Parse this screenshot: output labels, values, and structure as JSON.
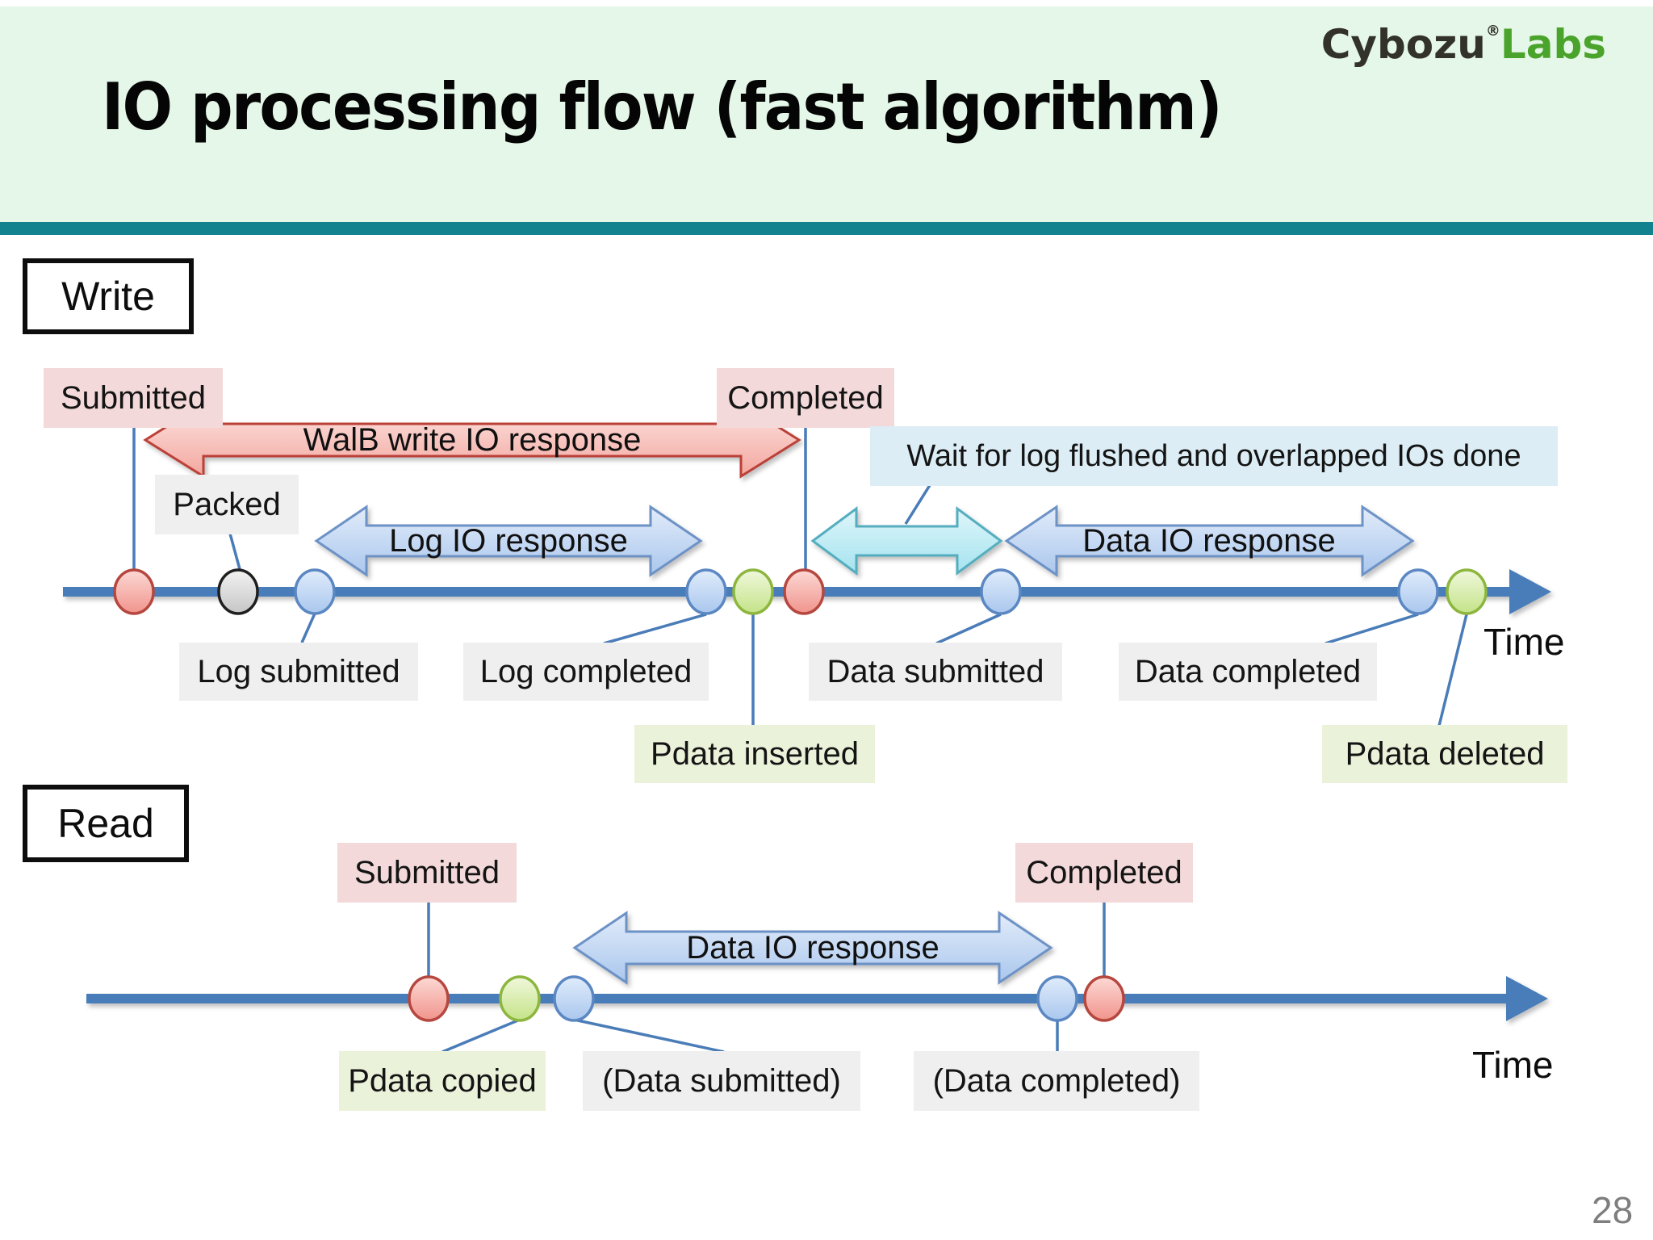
{
  "slide": {
    "title": "IO processing flow (fast algorithm)",
    "page_number": "28",
    "logo": {
      "part1": "Cybozu",
      "registered": "®",
      "part2": "Labs"
    }
  },
  "write_section": {
    "heading": "Write",
    "time_label": "Time",
    "arrows": {
      "walb_write_io_response": "WalB write IO response",
      "log_io_response": "Log IO response",
      "data_io_response": "Data IO response"
    },
    "labels": {
      "submitted": "Submitted",
      "completed": "Completed",
      "packed": "Packed",
      "wait_note": "Wait for log flushed and overlapped IOs done",
      "log_submitted": "Log submitted",
      "log_completed": "Log completed",
      "data_submitted": "Data submitted",
      "data_completed": "Data completed",
      "pdata_inserted": "Pdata inserted",
      "pdata_deleted": "Pdata deleted"
    },
    "markers": [
      {
        "event": "submitted",
        "color": "red"
      },
      {
        "event": "packed",
        "color": "gray"
      },
      {
        "event": "log-submitted",
        "color": "blue"
      },
      {
        "event": "log-completed",
        "color": "blue"
      },
      {
        "event": "pdata-inserted",
        "color": "green"
      },
      {
        "event": "completed",
        "color": "red"
      },
      {
        "event": "data-submitted",
        "color": "blue"
      },
      {
        "event": "data-completed",
        "color": "blue"
      },
      {
        "event": "pdata-deleted",
        "color": "green"
      }
    ]
  },
  "read_section": {
    "heading": "Read",
    "time_label": "Time",
    "arrows": {
      "data_io_response": "Data IO response"
    },
    "labels": {
      "submitted": "Submitted",
      "completed": "Completed",
      "pdata_copied": "Pdata copied",
      "data_submitted": "(Data submitted)",
      "data_completed": "(Data completed)"
    },
    "markers": [
      {
        "event": "submitted",
        "color": "red"
      },
      {
        "event": "pdata-copied",
        "color": "green"
      },
      {
        "event": "data-submitted",
        "color": "blue"
      },
      {
        "event": "data-completed",
        "color": "blue"
      },
      {
        "event": "completed",
        "color": "red"
      }
    ]
  },
  "colors": {
    "header_band": "#e5f7e8",
    "teal_bar": "#12828e",
    "logo_green": "#4aa32b",
    "timeline_blue": "#4a7db9",
    "pink_label_bg": "#f3d9d9",
    "gray_label_bg": "#efefef",
    "green_label_bg": "#ebf2da",
    "lightblue_label_bg": "#dcedf5",
    "red_arrow_stroke": "#bb4038",
    "blue_arrow_stroke": "#6d92c6",
    "cyan_arrow_stroke": "#55aebf"
  }
}
